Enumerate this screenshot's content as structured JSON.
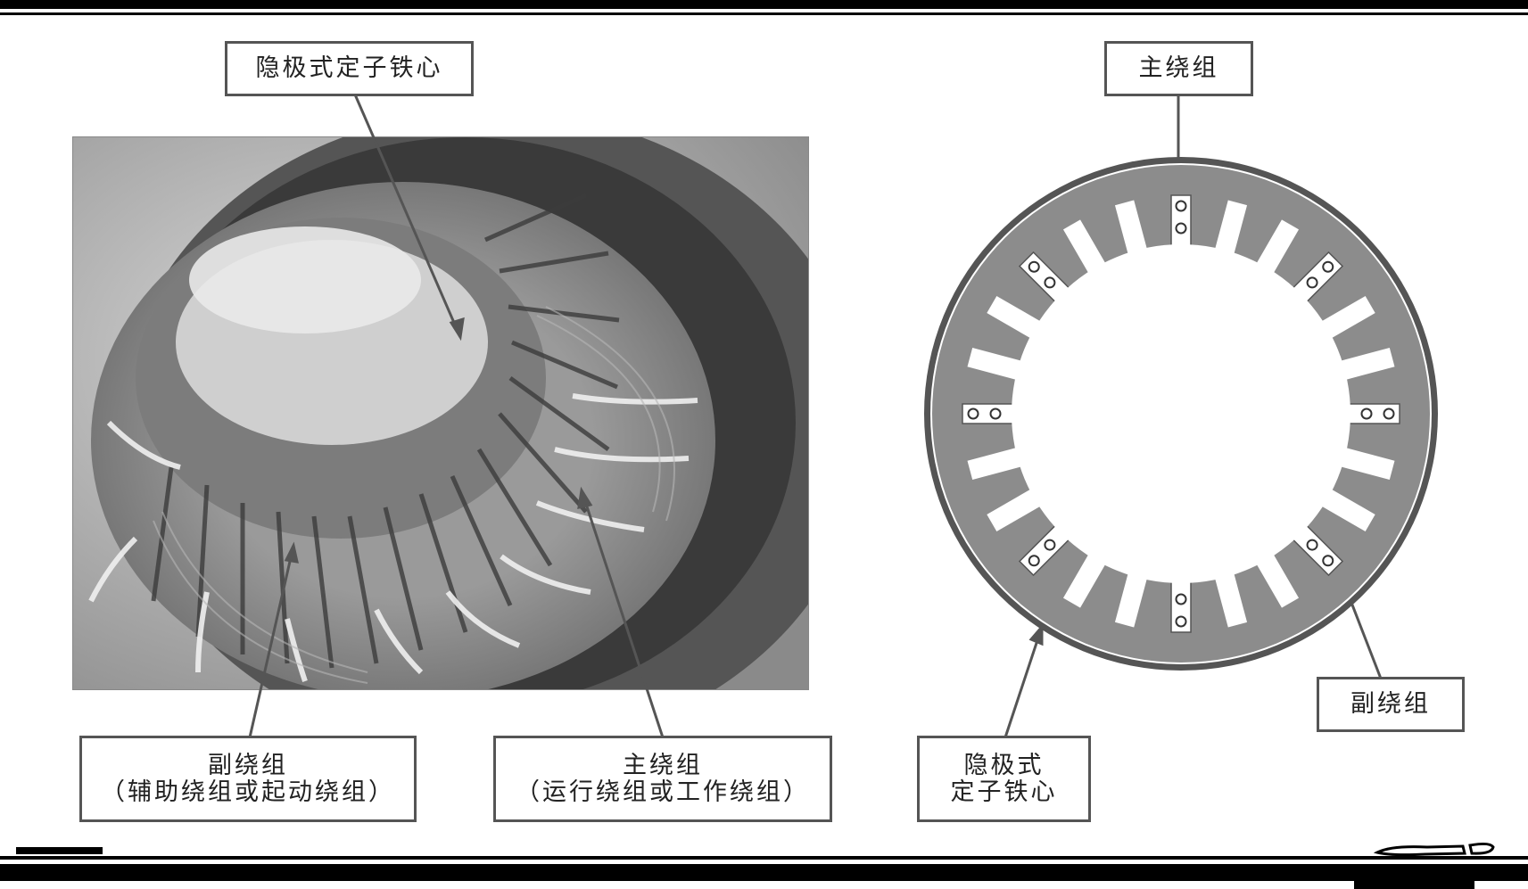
{
  "left_figure": {
    "top_label": "隐极式定子铁心",
    "aux_label_line1": "副绕组",
    "aux_label_line2": "（辅助绕组或起动绕组）",
    "main_label_line1": "主绕组",
    "main_label_line2": "（运行绕组或工作绕组）"
  },
  "right_figure": {
    "top_label": "主绕组",
    "core_label_line1": "隐极式",
    "core_label_line2": "定子铁心",
    "aux_label": "副绕组"
  },
  "colors": {
    "core_fill": "#8c8c8c",
    "outline": "#555555",
    "page": "#ffffff"
  }
}
